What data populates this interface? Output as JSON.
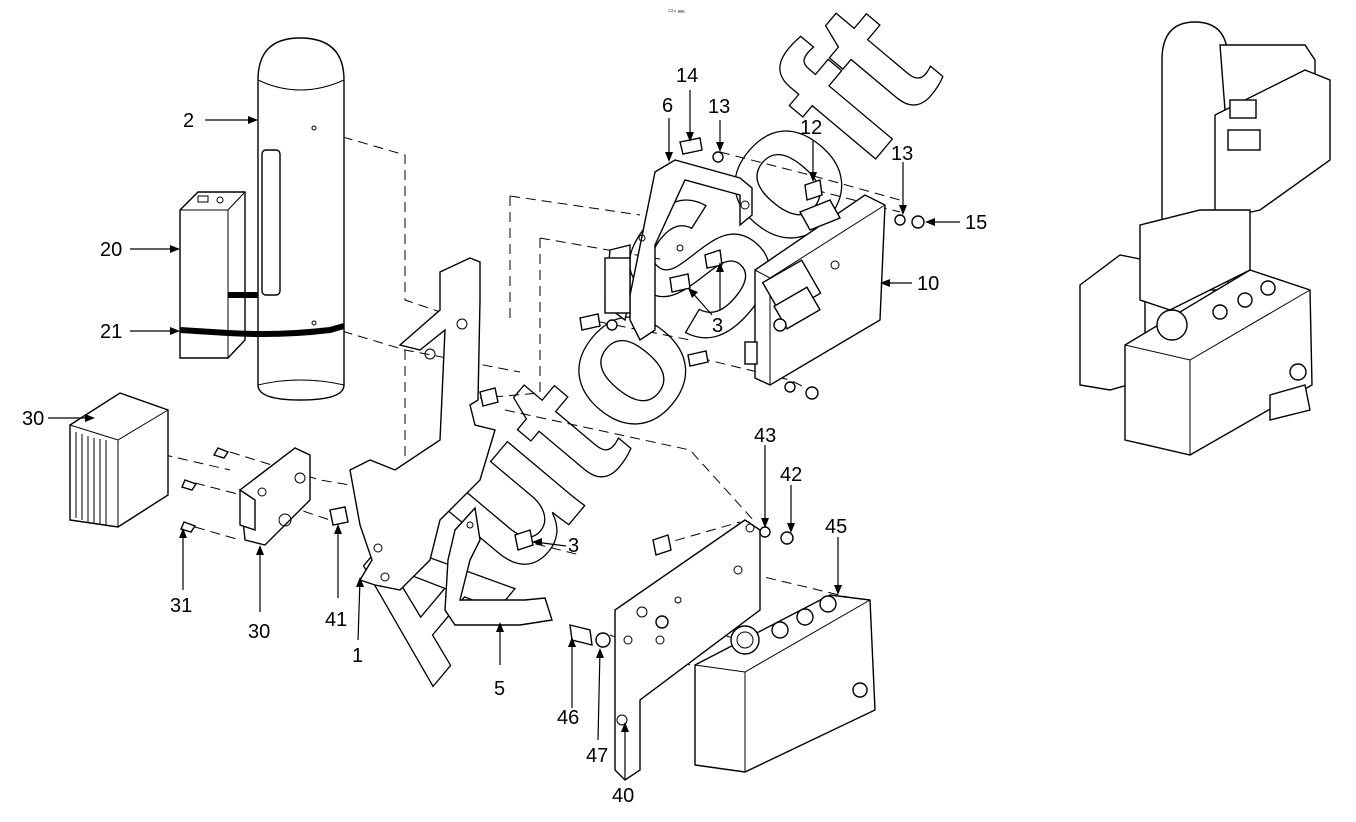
{
  "diagram": {
    "top_tag": "▭₀ ₐₐₐ",
    "watermark": "AutoSoft",
    "callouts": [
      {
        "id": "c-2",
        "text": "2"
      },
      {
        "id": "c-20",
        "text": "20"
      },
      {
        "id": "c-21",
        "text": "21"
      },
      {
        "id": "c-30a",
        "text": "30"
      },
      {
        "id": "c-31",
        "text": "31"
      },
      {
        "id": "c-30b",
        "text": "30"
      },
      {
        "id": "c-41",
        "text": "41"
      },
      {
        "id": "c-1",
        "text": "1"
      },
      {
        "id": "c-5",
        "text": "5"
      },
      {
        "id": "c-3a",
        "text": "3"
      },
      {
        "id": "c-3b",
        "text": "3"
      },
      {
        "id": "c-6",
        "text": "6"
      },
      {
        "id": "c-14",
        "text": "14"
      },
      {
        "id": "c-13a",
        "text": "13"
      },
      {
        "id": "c-12",
        "text": "12"
      },
      {
        "id": "c-13b",
        "text": "13"
      },
      {
        "id": "c-15",
        "text": "15"
      },
      {
        "id": "c-10",
        "text": "10"
      },
      {
        "id": "c-43",
        "text": "43"
      },
      {
        "id": "c-42",
        "text": "42"
      },
      {
        "id": "c-45",
        "text": "45"
      },
      {
        "id": "c-46",
        "text": "46"
      },
      {
        "id": "c-47",
        "text": "47"
      },
      {
        "id": "c-40",
        "text": "40"
      }
    ]
  }
}
